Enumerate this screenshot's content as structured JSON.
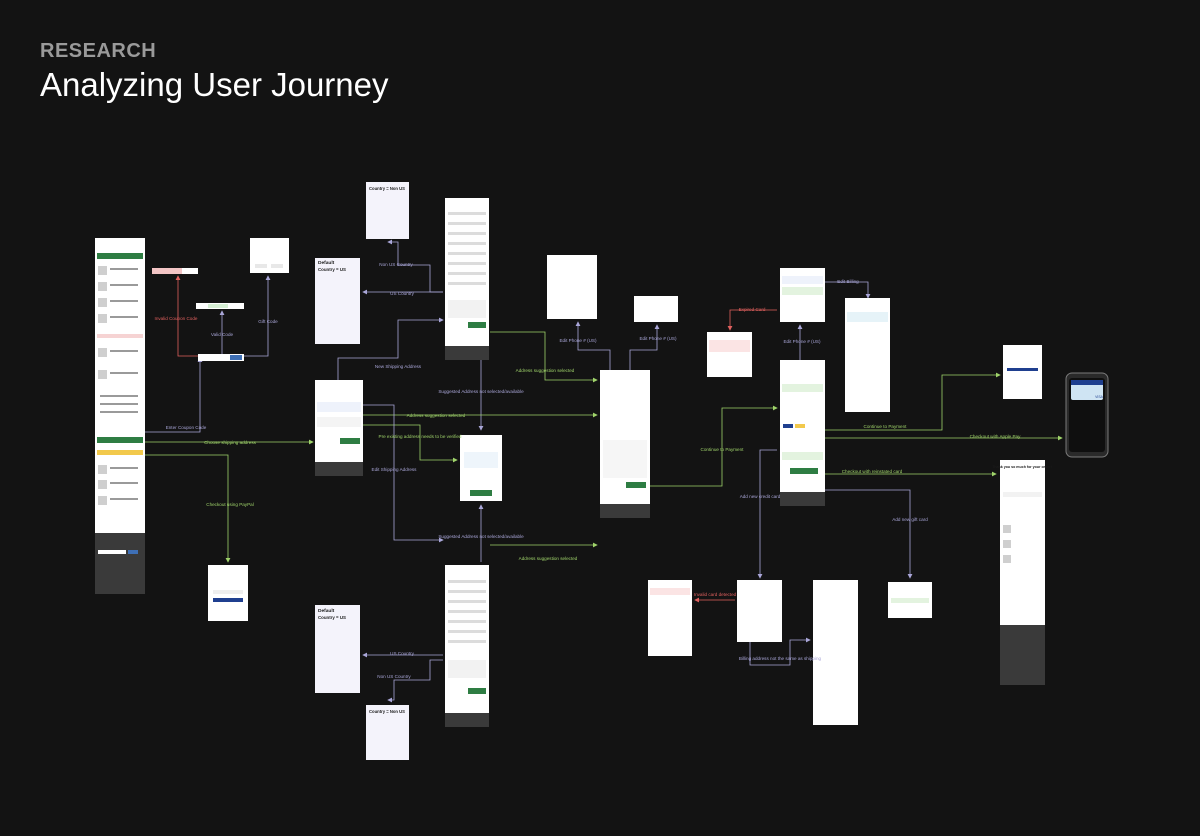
{
  "header": {
    "eyebrow": "RESEARCH",
    "title": "Analyzing User Journey"
  },
  "colors": {
    "background": "#131313",
    "neutral_edge": "#a9a6d8",
    "positive_edge": "#9fd36a",
    "error_edge": "#e0605e"
  },
  "edges": [
    {
      "id": "invalid-coupon",
      "label": "Invalid Coupon Code",
      "kind": "error"
    },
    {
      "id": "valid-code",
      "label": "Valid Code",
      "kind": "neutral"
    },
    {
      "id": "gift-code",
      "label": "Gift Code",
      "kind": "neutral"
    },
    {
      "id": "enter-coupon",
      "label": "Enter Coupon Code",
      "kind": "neutral"
    },
    {
      "id": "choose-shipping",
      "label": "Choose shipping address",
      "kind": "positive"
    },
    {
      "id": "checkout-paypal",
      "label": "Checkout using PayPal",
      "kind": "positive"
    },
    {
      "id": "non-us-top",
      "label": "Non US Country",
      "kind": "neutral"
    },
    {
      "id": "us-top",
      "label": "US Country",
      "kind": "neutral"
    },
    {
      "id": "new-shipping",
      "label": "New Shipping Address",
      "kind": "neutral"
    },
    {
      "id": "suggest-na-top",
      "label": "Suggested Address not selected/available",
      "kind": "neutral"
    },
    {
      "id": "addr-selected-mid",
      "label": "Address suggestion selected",
      "kind": "positive"
    },
    {
      "id": "pre-existing",
      "label": "Pre existing address needs to be verified",
      "kind": "positive"
    },
    {
      "id": "edit-shipping",
      "label": "Edit Shipping Address",
      "kind": "neutral"
    },
    {
      "id": "addr-selected-top",
      "label": "Address suggestion selected",
      "kind": "positive"
    },
    {
      "id": "suggest-na-bottom",
      "label": "Suggested Address not selected/available",
      "kind": "neutral"
    },
    {
      "id": "addr-selected-bottom",
      "label": "Address suggestion selected",
      "kind": "positive"
    },
    {
      "id": "us-bottom",
      "label": "US Country",
      "kind": "neutral"
    },
    {
      "id": "non-us-bottom",
      "label": "Non US Country",
      "kind": "neutral"
    },
    {
      "id": "edit-phone-1",
      "label": "Edit Phone # (US)",
      "kind": "neutral"
    },
    {
      "id": "edit-phone-2",
      "label": "Edit Phone # (US)",
      "kind": "neutral"
    },
    {
      "id": "continue-payment-1",
      "label": "Continue to Payment",
      "kind": "positive"
    },
    {
      "id": "expired-card",
      "label": "Expired Card",
      "kind": "error"
    },
    {
      "id": "edit-phone-3",
      "label": "Edit Phone # (US)",
      "kind": "neutral"
    },
    {
      "id": "edit-billing",
      "label": "Edit Billing",
      "kind": "neutral"
    },
    {
      "id": "add-credit",
      "label": "Add new credit card",
      "kind": "neutral"
    },
    {
      "id": "continue-payment-2",
      "label": "Continue to Payment",
      "kind": "positive"
    },
    {
      "id": "apple-pay",
      "label": "Checkout with Apple Pay",
      "kind": "positive"
    },
    {
      "id": "reinstated-card",
      "label": "Checkout with reinstated card",
      "kind": "positive"
    },
    {
      "id": "add-gift",
      "label": "Add new gift card",
      "kind": "neutral"
    },
    {
      "id": "invalid-card",
      "label": "Invalid card detected",
      "kind": "error"
    },
    {
      "id": "billing-same",
      "label": "Billing address not the same as shipping",
      "kind": "neutral"
    }
  ],
  "notes": {
    "default_top": {
      "title": "Default",
      "subtitle": "Country = US"
    },
    "default_bottom": {
      "title": "Default",
      "subtitle": "Country = US"
    },
    "nonus_top": {
      "title": "Country = Non US"
    },
    "nonus_bottom": {
      "title": "Country = Non US"
    }
  },
  "screens": {
    "thank_you_heading": "Thank you so much for your order!",
    "visa_label": "VISA"
  }
}
